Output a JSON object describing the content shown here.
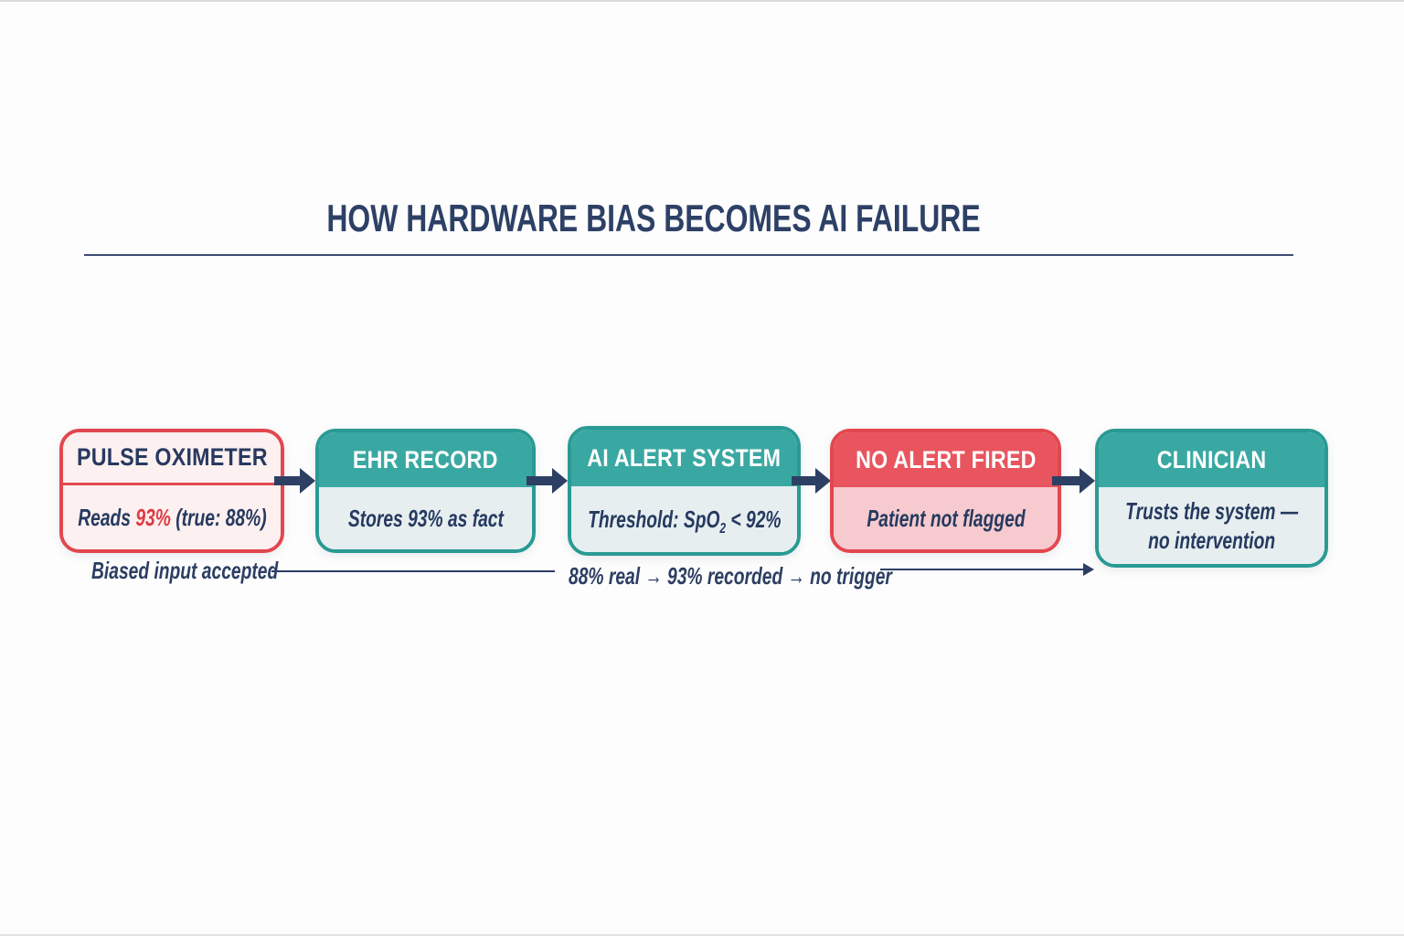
{
  "header": {
    "title": "HOW HARDWARE BIAS BECOMES AI FAILURE"
  },
  "flow": {
    "nodes": [
      {
        "id": "pulse-oximeter",
        "title": "PULSE OXIMETER",
        "body_parts": [
          {
            "text": "Reads "
          },
          {
            "text": "93%"
          },
          {
            "text": " (true: 88%)"
          }
        ]
      },
      {
        "id": "ehr-record",
        "title": "EHR RECORD",
        "body": "Stores 93% as fact"
      },
      {
        "id": "ai-alert-system",
        "title": "AI ALERT SYSTEM",
        "body_prefix": "Threshold: SpO",
        "body_sub": "2",
        "body_suffix": " < 92%"
      },
      {
        "id": "no-alert-fired",
        "title": "NO ALERT FIRED",
        "body": "Patient not flagged"
      },
      {
        "id": "clinician",
        "title": "CLINICIAN",
        "body_line1": "Trusts the system —",
        "body_line2": "no intervention"
      }
    ],
    "annotations": {
      "biased_input": "Biased input accepted",
      "chain": "88% real → 93% recorded → no trigger"
    }
  },
  "colors": {
    "navy_text": "#2c3e63",
    "title_navy": "#2d4066",
    "teal_fill": "#3aa8a2",
    "teal_border": "#2a9a94",
    "teal_body_bg": "#e6eef0",
    "red_fill": "#e8555e",
    "red_border": "#e2474e",
    "red_body_bg": "#f6cace",
    "pink_outline_bg": "#fdf0f0",
    "accent_red": "#e03a42",
    "background": "#fdfdfd"
  }
}
